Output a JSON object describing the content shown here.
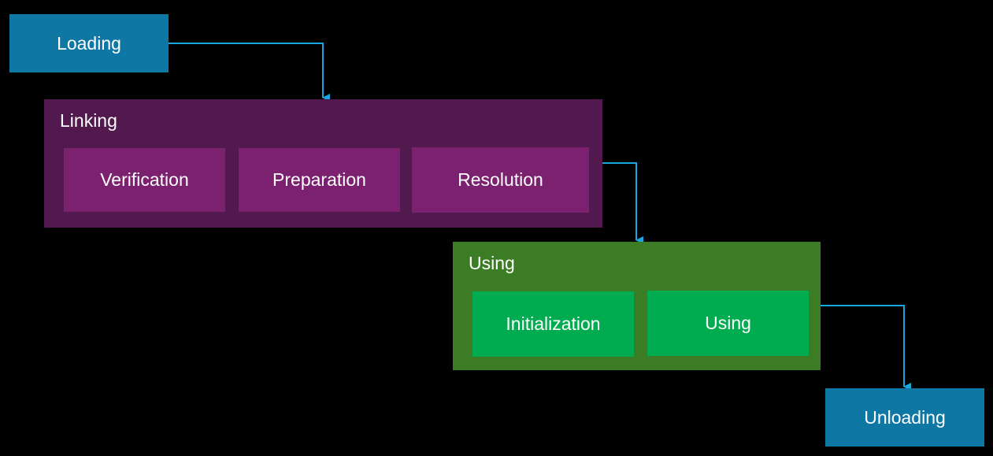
{
  "colors": {
    "background": "#000000",
    "stage_blue": "#0f77a3",
    "linking_group": "#52194f",
    "linking_step": "#7c216f",
    "using_group": "#3b7c24",
    "using_step": "#00ac4f",
    "connector": "#1aa7e0",
    "text": "#ffffff"
  },
  "loading": {
    "label": "Loading"
  },
  "linking": {
    "label": "Linking",
    "steps": [
      "Verification",
      "Preparation",
      "Resolution"
    ]
  },
  "using": {
    "label": "Using",
    "steps": [
      "Initialization",
      "Using"
    ]
  },
  "unloading": {
    "label": "Unloading"
  }
}
